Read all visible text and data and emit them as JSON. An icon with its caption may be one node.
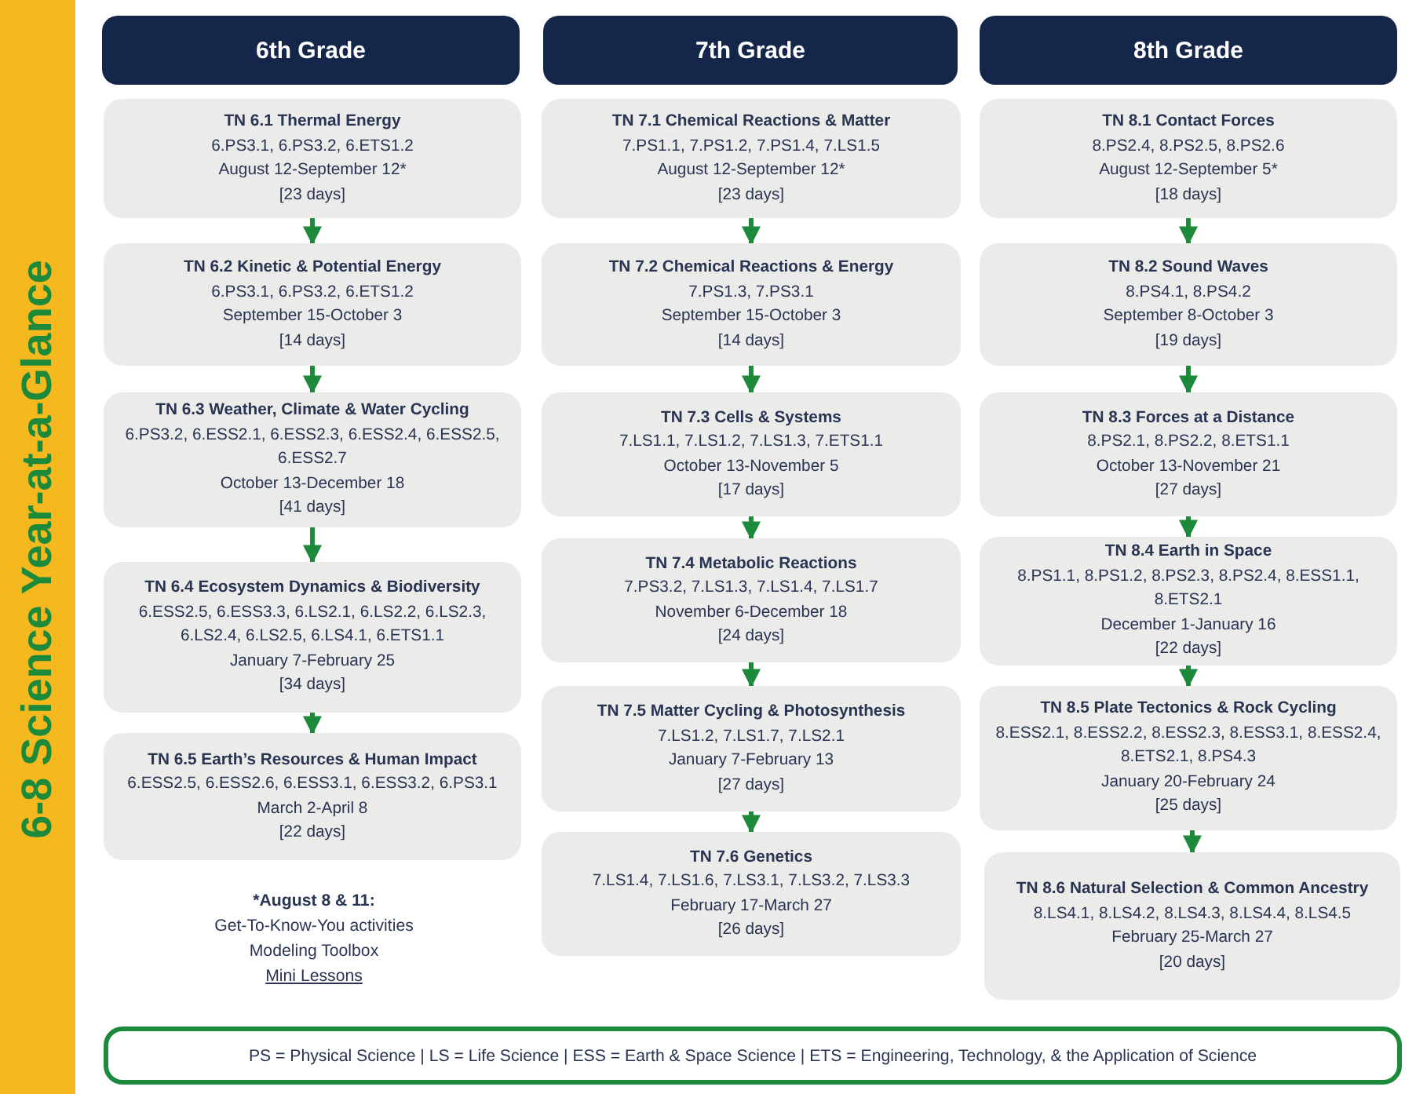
{
  "diagram": {
    "title": "6-8 Science Year-at-a-Glance",
    "nodes": [
      {
        "text": [
          "6th Grade"
        ]
      },
      {
        "text": [
          "TN 6.1 Thermal Energy",
          "6.PS3.1, 6.PS3.2, 6.ETS1.2",
          "August 12-September 12*",
          "[23 days]"
        ]
      },
      {
        "text": [
          "TN 6.2 Kinetic & Potential Energy",
          "6.PS3.1, 6.PS3.2, 6.ETS1.2",
          "September 15-October 3",
          "[14 days]"
        ]
      },
      {
        "text": [
          "TN 6.3 Weather, Climate & Water Cycling",
          "6.PS3.2, 6.ESS2.1, 6.ESS2.3, 6.ESS2.4, 6.ESS2.5, 6.ESS2.7",
          "October 13-December 18",
          "[41 days]"
        ]
      },
      {
        "text": [
          "TN 6.4 Ecosystem Dynamics & Biodiversity",
          "6.ESS2.5, 6.ESS3.3, 6.LS2.1, 6.LS2.2, 6.LS2.3, 6.LS2.4, 6.LS2.5, 6.LS4.1, 6.ETS1.1",
          "January 7-February 25",
          "[34 days]"
        ]
      },
      {
        "text": [
          "TN 6.5 Earth’s Resources & Human Impact",
          "6.ESS2.5, 6.ESS2.6, 6.ESS3.1, 6.ESS3.2, 6.PS3.1",
          "March 2-April 8",
          "[22 days]"
        ]
      },
      {
        "text": [
          "7th Grade"
        ]
      },
      {
        "text": [
          "TN 7.1 Chemical Reactions & Matter",
          "7.PS1.1, 7.PS1.2, 7.PS1.4, 7.LS1.5",
          "August 12-September 12*",
          "[23 days]"
        ]
      },
      {
        "text": [
          "TN 7.2 Chemical Reactions & Energy",
          "7.PS1.3, 7.PS3.1",
          "September 15-October 3",
          "[14 days]"
        ]
      },
      {
        "text": [
          "TN 7.3 Cells & Systems",
          "7.LS1.1, 7.LS1.2, 7.LS1.3, 7.ETS1.1",
          "October 13-November 5",
          "[17 days]"
        ]
      },
      {
        "text": [
          "TN 7.4 Metabolic Reactions",
          "7.PS3.2, 7.LS1.3, 7.LS1.4, 7.LS1.7",
          "November 6-December 18",
          "[24 days]"
        ]
      },
      {
        "text": [
          "TN 7.5 Matter Cycling & Photosynthesis",
          "7.LS1.2, 7.LS1.7, 7.LS2.1",
          "January 7-February 13",
          "[27 days]"
        ]
      },
      {
        "text": [
          "TN 7.6 Genetics",
          "7.LS1.4, 7.LS1.6, 7.LS3.1, 7.LS3.2, 7.LS3.3",
          "February 17-March 27",
          "[26 days]"
        ]
      },
      {
        "text": [
          "8th Grade"
        ]
      },
      {
        "text": [
          "TN 8.1 Contact Forces",
          "8.PS2.4, 8.PS2.5, 8.PS2.6",
          "August 12-September 5*",
          "[18 days]"
        ]
      },
      {
        "text": [
          "TN 8.2 Sound Waves",
          "8.PS4.1, 8.PS4.2",
          "September 8-October 3",
          "[19 days]"
        ]
      },
      {
        "text": [
          "TN 8.3 Forces at a Distance",
          "8.PS2.1, 8.PS2.2, 8.ETS1.1",
          "October 13-November 21",
          "[27 days]"
        ]
      },
      {
        "text": [
          "TN 8.4 Earth in Space",
          "8.PS1.1, 8.PS1.2, 8.PS2.3, 8.PS2.4, 8.ESS1.1, 8.ETS2.1",
          "December 1-January 16",
          "[22 days]"
        ]
      },
      {
        "text": [
          "TN 8.5 Plate Tectonics & Rock Cycling",
          "8.ESS2.1, 8.ESS2.2, 8.ESS2.3, 8.ESS3.1, 8.ESS2.4, 8.ETS2.1, 8.PS4.3",
          "January 20-February 24",
          "[25 days]"
        ]
      },
      {
        "text": [
          "TN 8.6 Natural Selection & Common Ancestry",
          "8.LS4.1, 8.LS4.2, 8.LS4.3, 8.LS4.4, 8.LS4.5",
          "February 25-March 27",
          "[20 days]"
        ]
      },
      {
        "text": [
          "PS = Physical Science | LS = Life Science | ESS = Earth & Space Science | ETS = Engineering, Technology, & the Application of Science"
        ]
      }
    ],
    "edges": [
      {
        "from": 1,
        "to": 2,
        "arrow": "to"
      },
      {
        "from": 2,
        "to": 3,
        "arrow": "to"
      },
      {
        "from": 3,
        "to": 4,
        "arrow": "to"
      },
      {
        "from": 4,
        "to": 5,
        "arrow": "to"
      },
      {
        "from": 7,
        "to": 8,
        "arrow": "to"
      },
      {
        "from": 8,
        "to": 9,
        "arrow": "to"
      },
      {
        "from": 9,
        "to": 10,
        "arrow": "to"
      },
      {
        "from": 10,
        "to": 11,
        "arrow": "to"
      },
      {
        "from": 11,
        "to": 12,
        "arrow": "to"
      },
      {
        "from": 14,
        "to": 15,
        "arrow": "to"
      },
      {
        "from": 15,
        "to": 16,
        "arrow": "to"
      },
      {
        "from": 16,
        "to": 17,
        "arrow": "to"
      },
      {
        "from": 17,
        "to": 18,
        "arrow": "to"
      },
      {
        "from": 18,
        "to": 19,
        "arrow": "to"
      }
    ],
    "labels": [
      "*August 8 & 11:",
      "Get-To-Know-You activities",
      "Modeling Toolbox",
      "Mini Lessons"
    ]
  }
}
